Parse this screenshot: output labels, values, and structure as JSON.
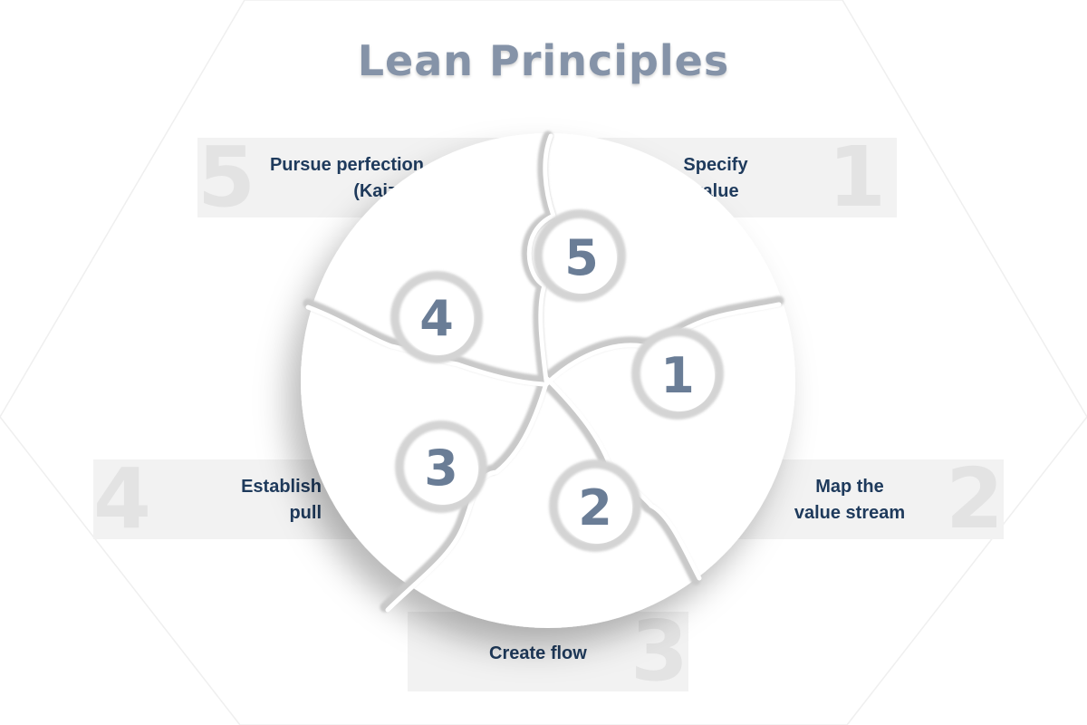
{
  "title": "Lean Principles",
  "principles": [
    {
      "number": "1",
      "label": "Specify value"
    },
    {
      "number": "2",
      "label": "Map the value stream"
    },
    {
      "number": "3",
      "label": "Create flow"
    },
    {
      "number": "4",
      "label": "Establish pull"
    },
    {
      "number": "5",
      "label": "Pursue perfection (Kaizen)"
    }
  ],
  "labels": {
    "specify_1": "Specify",
    "specify_2": "value",
    "map_1": "Map the",
    "map_2": "value stream",
    "flow": "Create flow",
    "pull_1": "Establish",
    "pull_2": "pull",
    "perfection_1": "Pursue perfection",
    "perfection_2": "(Kaizen)"
  },
  "colors": {
    "title": "#8593a8",
    "label_text": "#1e3a5c",
    "piece_number": "#6a7d96",
    "panel": "#f2f2f2",
    "panel_number": "#e3e3e3"
  }
}
